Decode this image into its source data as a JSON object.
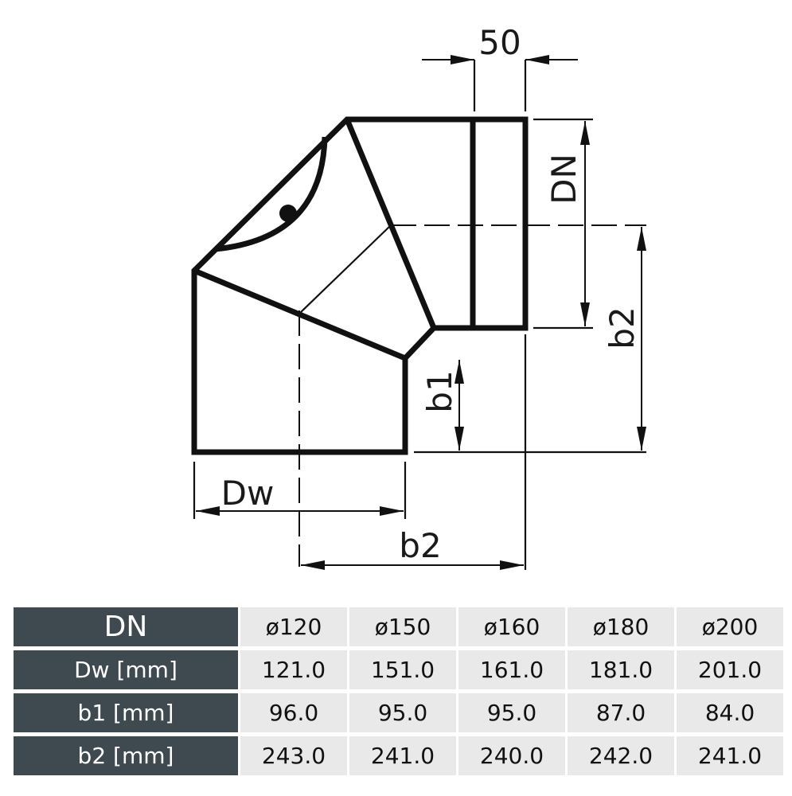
{
  "diagram": {
    "labels": {
      "top_dim": "50",
      "dn": "DN",
      "b2_vertical": "b2",
      "b1": "b1",
      "dw": "Dw",
      "b2_horizontal": "b2"
    }
  },
  "table": {
    "header": {
      "label": "DN",
      "cells": [
        "ø120",
        "ø150",
        "ø160",
        "ø180",
        "ø200"
      ]
    },
    "rows": [
      {
        "label": "Dw [mm]",
        "cells": [
          "121.0",
          "151.0",
          "161.0",
          "181.0",
          "201.0"
        ]
      },
      {
        "label": "b1 [mm]",
        "cells": [
          "96.0",
          "95.0",
          "95.0",
          "87.0",
          "84.0"
        ]
      },
      {
        "label": "b2 [mm]",
        "cells": [
          "243.0",
          "241.0",
          "240.0",
          "242.0",
          "241.0"
        ]
      }
    ]
  }
}
